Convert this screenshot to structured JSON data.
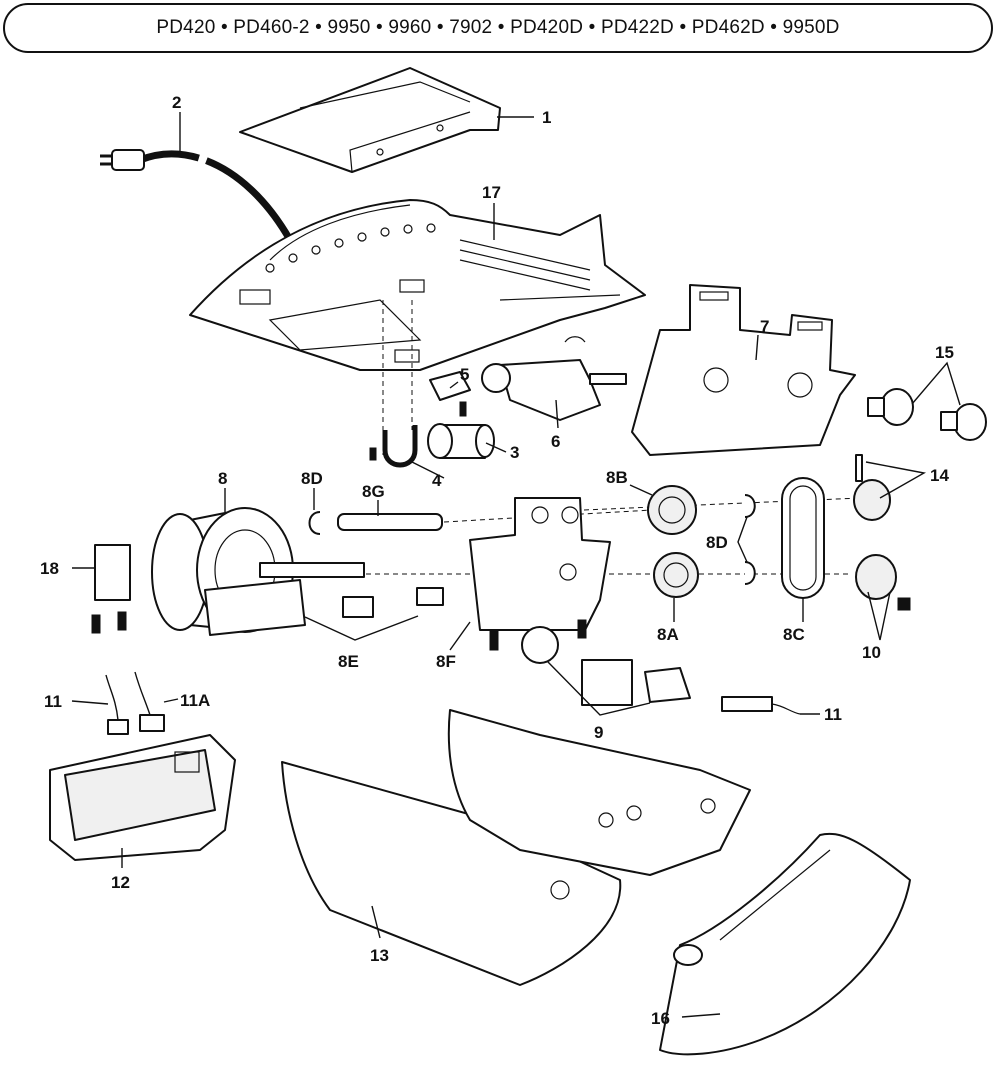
{
  "header": {
    "models": "PD420 • PD460-2 • 9950 • 9960 • 7902 • PD420D • PD422D • PD462D • 9950D"
  },
  "labels": {
    "p1": "1",
    "p2": "2",
    "p3": "3",
    "p4": "4",
    "p5": "5",
    "p6": "6",
    "p7": "7",
    "p8": "8",
    "p8a": "8A",
    "p8b": "8B",
    "p8c": "8C",
    "p8d_top": "8D",
    "p8d_right": "8D",
    "p8e": "8E",
    "p8f": "8F",
    "p8g": "8G",
    "p9": "9",
    "p10": "10",
    "p11_left": "11",
    "p11a": "11A",
    "p11_right": "11",
    "p12": "12",
    "p13": "13",
    "p14": "14",
    "p15": "15",
    "p16": "16",
    "p17": "17",
    "p18": "18"
  }
}
